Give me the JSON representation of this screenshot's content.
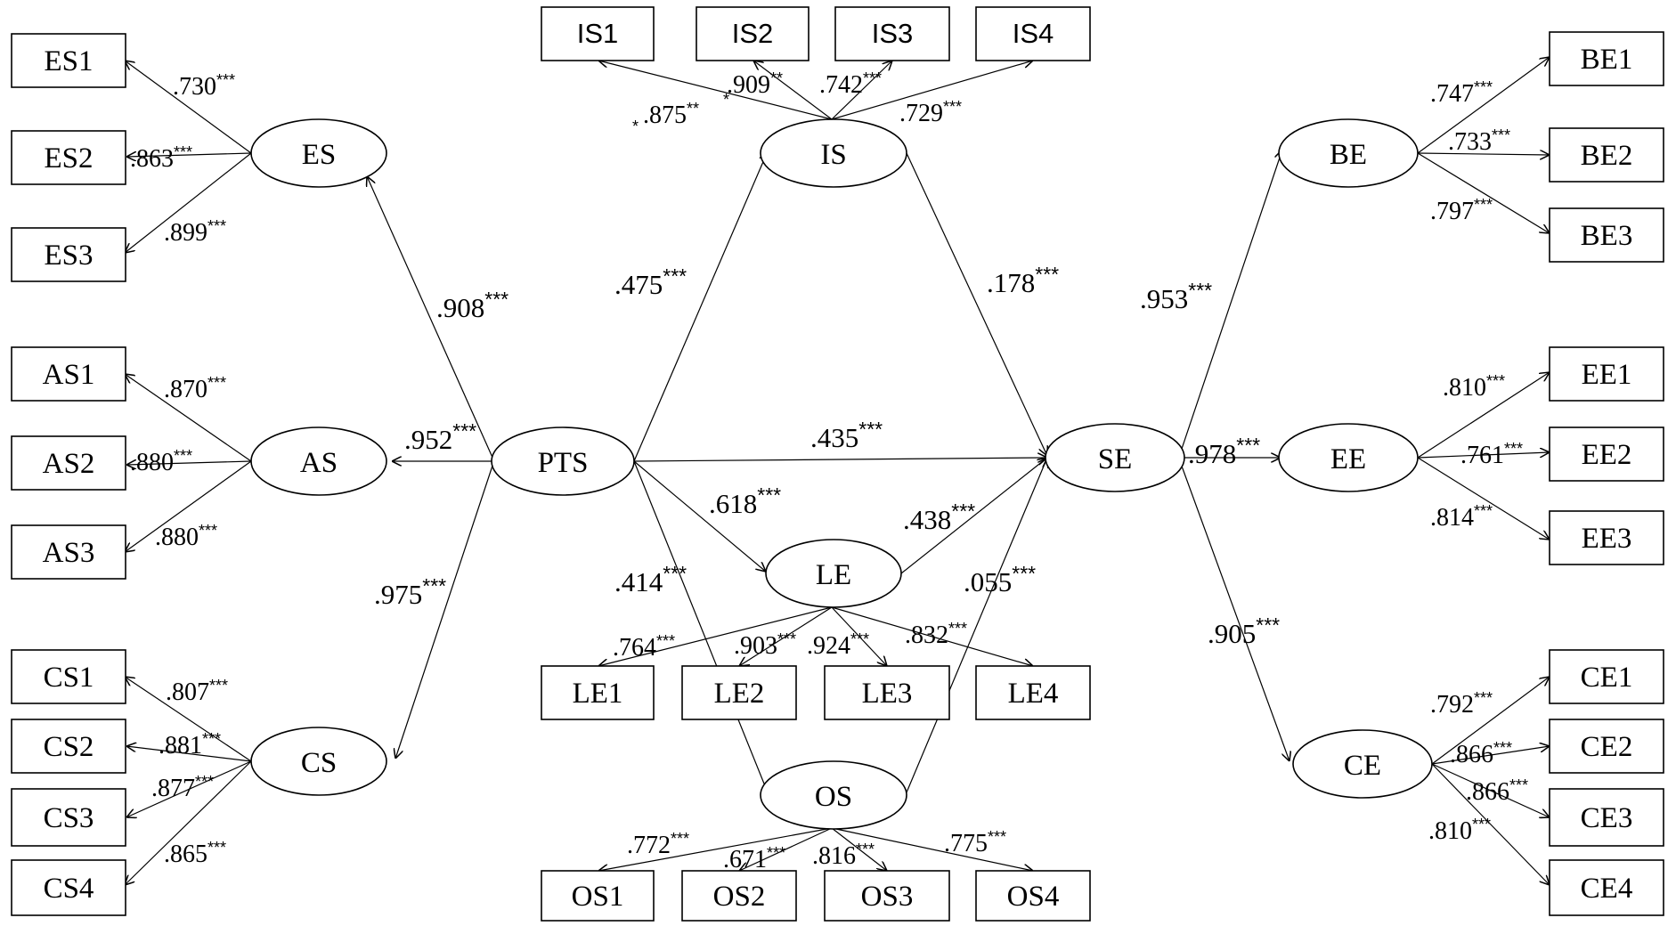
{
  "nodes": {
    "ES1": "ES1",
    "ES2": "ES2",
    "ES3": "ES3",
    "AS1": "AS1",
    "AS2": "AS2",
    "AS3": "AS3",
    "CS1": "CS1",
    "CS2": "CS2",
    "CS3": "CS3",
    "CS4": "CS4",
    "IS1": "IS1",
    "IS2": "IS2",
    "IS3": "IS3",
    "IS4": "IS4",
    "LE1": "LE1",
    "LE2": "LE2",
    "LE3": "LE3",
    "LE4": "LE4",
    "OS1": "OS1",
    "OS2": "OS2",
    "OS3": "OS3",
    "OS4": "OS4",
    "BE1": "BE1",
    "BE2": "BE2",
    "BE3": "BE3",
    "EE1": "EE1",
    "EE2": "EE2",
    "EE3": "EE3",
    "CE1": "CE1",
    "CE2": "CE2",
    "CE3": "CE3",
    "CE4": "CE4",
    "ES": "ES",
    "AS": "AS",
    "CS": "CS",
    "PTS": "PTS",
    "IS": "IS",
    "LE": "LE",
    "OS": "OS",
    "SE": "SE",
    "BE": "BE",
    "EE": "EE",
    "CE": "CE"
  },
  "coefficients": {
    "ES_ES1": ".730",
    "ES_ES2": ".863",
    "ES_ES3": ".899",
    "AS_AS1": ".870",
    "AS_AS2": ".880",
    "AS_AS3": ".880",
    "CS_CS1": ".807",
    "CS_CS2": ".881",
    "CS_CS3": ".877",
    "CS_CS4": ".865",
    "IS_IS1": ".875",
    "IS_IS2": ".909",
    "IS_IS3": ".742",
    "IS_IS4": ".729",
    "LE_LE1": ".764",
    "LE_LE2": ".903",
    "LE_LE3": ".924",
    "LE_LE4": ".832",
    "OS_OS1": ".772",
    "OS_OS2": ".671",
    "OS_OS3": ".816",
    "OS_OS4": ".775",
    "BE_BE1": ".747",
    "BE_BE2": ".733",
    "BE_BE3": ".797",
    "EE_EE1": ".810",
    "EE_EE2": ".761",
    "EE_EE3": ".814",
    "CE_CE1": ".792",
    "CE_CE2": ".866",
    "CE_CE3": ".866",
    "CE_CE4": ".810",
    "PTS_ES": ".908",
    "PTS_AS": ".952",
    "PTS_CS": ".975",
    "PTS_IS": ".475",
    "PTS_SE": ".435",
    "PTS_LE": ".618",
    "PTS_OS": ".414",
    "IS_SE": ".178",
    "LE_SE": ".438",
    "OS_SE": ".055",
    "SE_BE": ".953",
    "SE_EE": ".978",
    "SE_CE": ".905"
  },
  "significance": {
    "three": "***",
    "two": "**",
    "one": "*"
  }
}
